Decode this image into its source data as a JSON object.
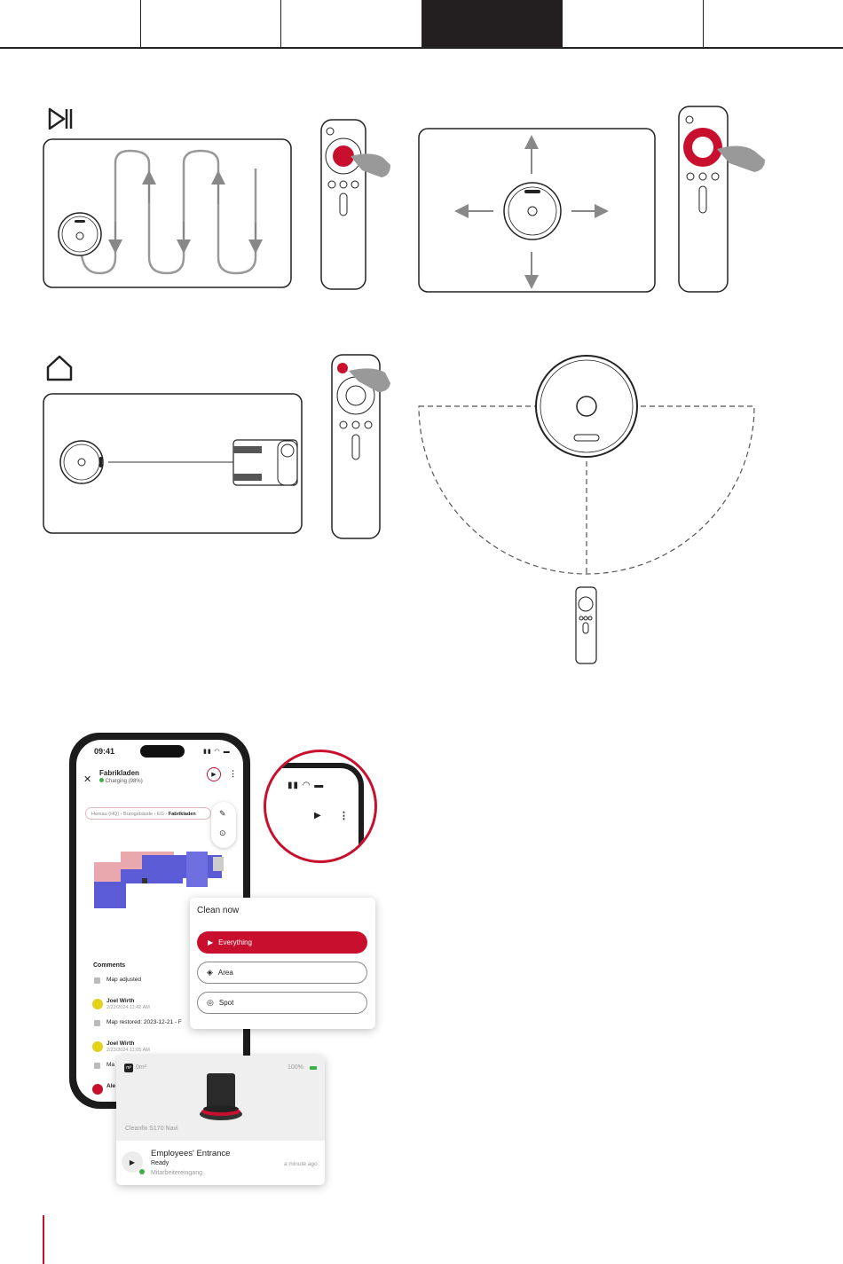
{
  "colors": {
    "accent": "#c8102e",
    "dark": "#231f20",
    "grey": "#b3b3b3",
    "status_green": "#3cb043"
  },
  "icons": {
    "play_pause": "play-pause-icon",
    "home": "home-icon"
  },
  "phone": {
    "time": "09:41",
    "device_name": "Fabrikladen",
    "status": "Charging (98%)",
    "breadcrumb_prefix": "Hemau (HQ) › Bürogebäude › EG ›",
    "breadcrumb_current": "Fabrikladen",
    "comments_heading": "Comments",
    "comments": [
      {
        "type": "check",
        "text": "Map adjusted"
      },
      {
        "type": "user",
        "author": "Joel Wirth",
        "date": "2/22/2024 11:42 AM"
      },
      {
        "type": "check",
        "text": "Map restored: 2023-12-21 - F"
      },
      {
        "type": "user",
        "author": "Joel Wirth",
        "date": "2/23/2024 11:05 AM"
      },
      {
        "type": "check",
        "text": "Ma"
      },
      {
        "type": "user",
        "author": "Ale",
        "date": ""
      }
    ]
  },
  "clean_menu": {
    "title": "Clean now",
    "options": [
      "Everything",
      "Area",
      "Spot"
    ]
  },
  "robot_card": {
    "area": "0m²",
    "battery": "100%",
    "model": "Cleanfix S170 Navi",
    "location": "Employees' Entrance",
    "state": "Ready",
    "time_ago": "a minute ago",
    "sublocation": "Mitarbeitereingang"
  }
}
